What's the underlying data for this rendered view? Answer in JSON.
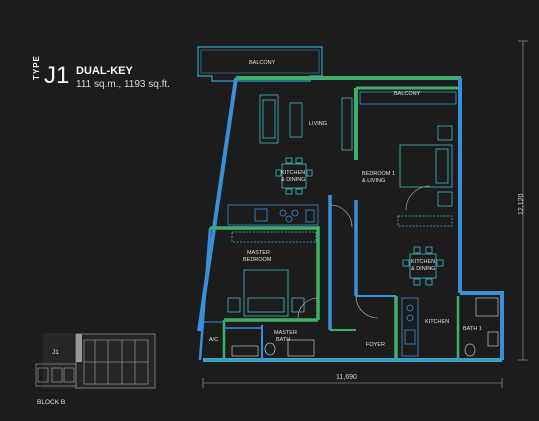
{
  "header": {
    "type_label": "TYPE",
    "unit_code": "J1",
    "unit_name": "DUAL-KEY",
    "area": "111 sq.m., 1193 sq.ft."
  },
  "rooms": {
    "balcony_top": "BALCONY",
    "balcony_right": "BALCONY",
    "living": "LIVING",
    "kitchen_dining_left_1": "KITCHEN",
    "kitchen_dining_left_2": "& DINING",
    "bedroom_living_1": "BEDROOM 1",
    "bedroom_living_2": "& LIVING",
    "master_bedroom_1": "MASTER",
    "master_bedroom_2": "BEDROOM",
    "kitchen_dining_right_1": "KITCHEN",
    "kitchen_dining_right_2": "& DINING",
    "kitchen": "KITCHEN",
    "bath1": "BATH 1",
    "ac": "A/C",
    "master_bath_1": "MASTER",
    "master_bath_2": "BATH",
    "foyer": "FOYER"
  },
  "dimensions": {
    "width": "11,690",
    "height": "12,120"
  },
  "key_plan": {
    "unit_marker": "J1",
    "block": "BLOCK B"
  },
  "colors": {
    "background": "#1c1c1c",
    "wall_blue": "#3a8fd9",
    "wall_green": "#3fae6a",
    "furniture_cyan": "#45b8c8"
  }
}
